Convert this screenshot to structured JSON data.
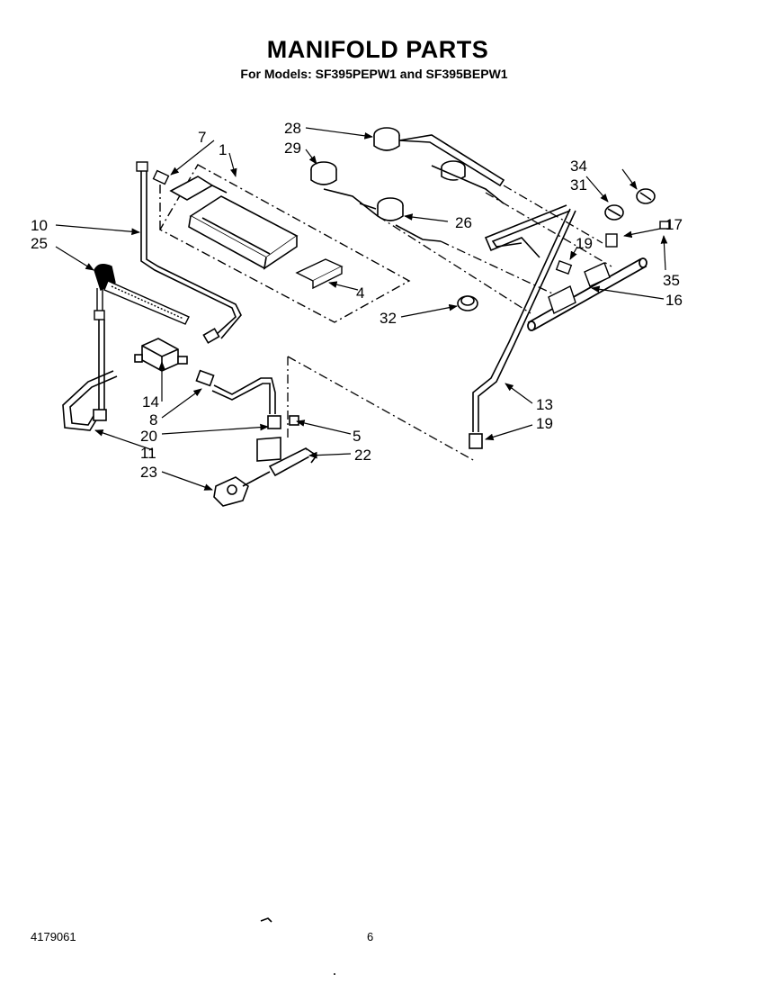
{
  "page": {
    "title": "MANIFOLD PARTS",
    "subtitle": "For Models: SF395PEPW1 and SF395BEPW1",
    "doc_number": "4179061",
    "page_number": "6"
  },
  "callouts": {
    "c1": "1",
    "c4": "4",
    "c5": "5",
    "c7": "7",
    "c8": "8",
    "c10": "10",
    "c11": "11",
    "c13": "13",
    "c14": "14",
    "c16": "16",
    "c17": "17",
    "c19a": "19",
    "c19b": "19",
    "c20": "20",
    "c22": "22",
    "c23": "23",
    "c25": "25",
    "c26": "26",
    "c28": "28",
    "c29": "29",
    "c31": "31",
    "c32": "32",
    "c34": "34",
    "c35": "35"
  }
}
